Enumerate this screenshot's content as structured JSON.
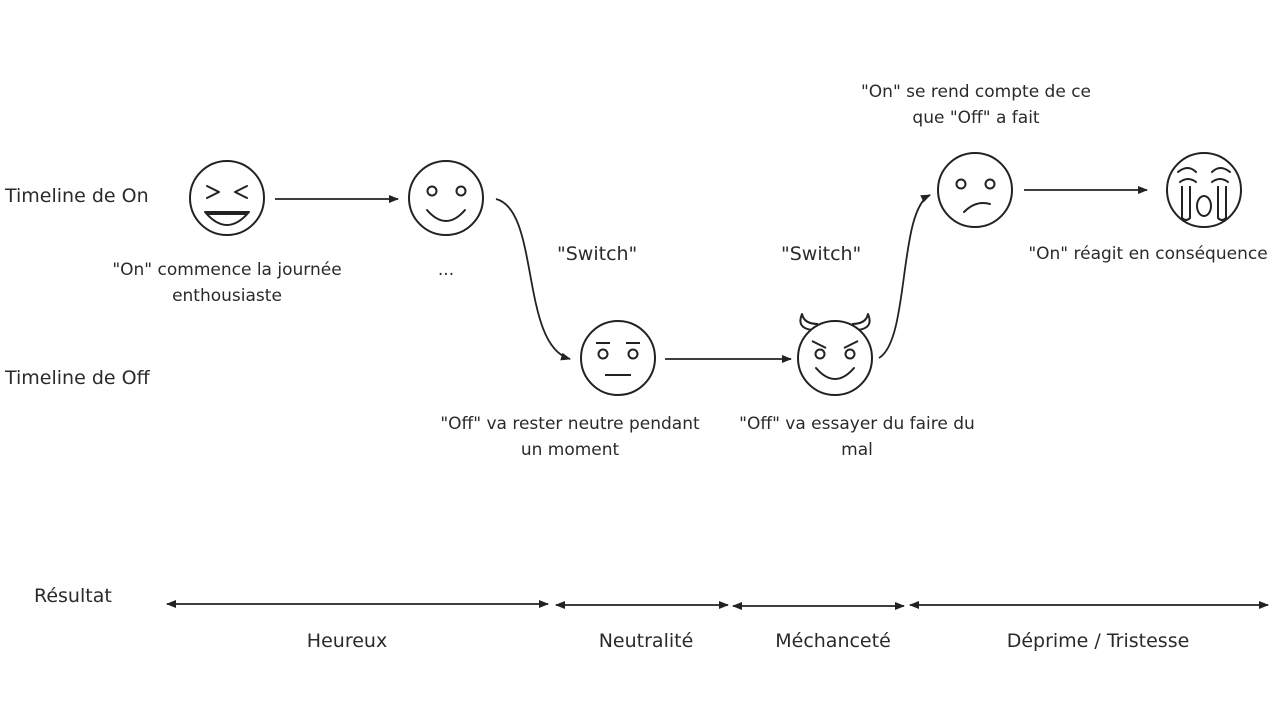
{
  "rows": {
    "on": "Timeline de On",
    "off": "Timeline de Off",
    "result": "Résultat"
  },
  "switch_label": "\"Switch\"",
  "captions": {
    "start_line1": "\"On\" commence la journée",
    "start_line2": "enthousiaste",
    "ellipsis": "...",
    "neutral_line1": "\"Off\" va rester neutre pendant",
    "neutral_line2": "un moment",
    "evil_line1": "\"Off\" va essayer du faire du",
    "evil_line2": "mal",
    "realize_line1": "\"On\" se rend compte de ce",
    "realize_line2": "que \"Off\" a fait",
    "react": "\"On\" réagit en conséquence"
  },
  "results": [
    "Heureux",
    "Neutralité",
    "Méchanceté",
    "Déprime / Tristesse"
  ],
  "faces": [
    "laughing-face",
    "smiling-face",
    "neutral-face",
    "devil-face",
    "worried-face",
    "crying-face"
  ]
}
